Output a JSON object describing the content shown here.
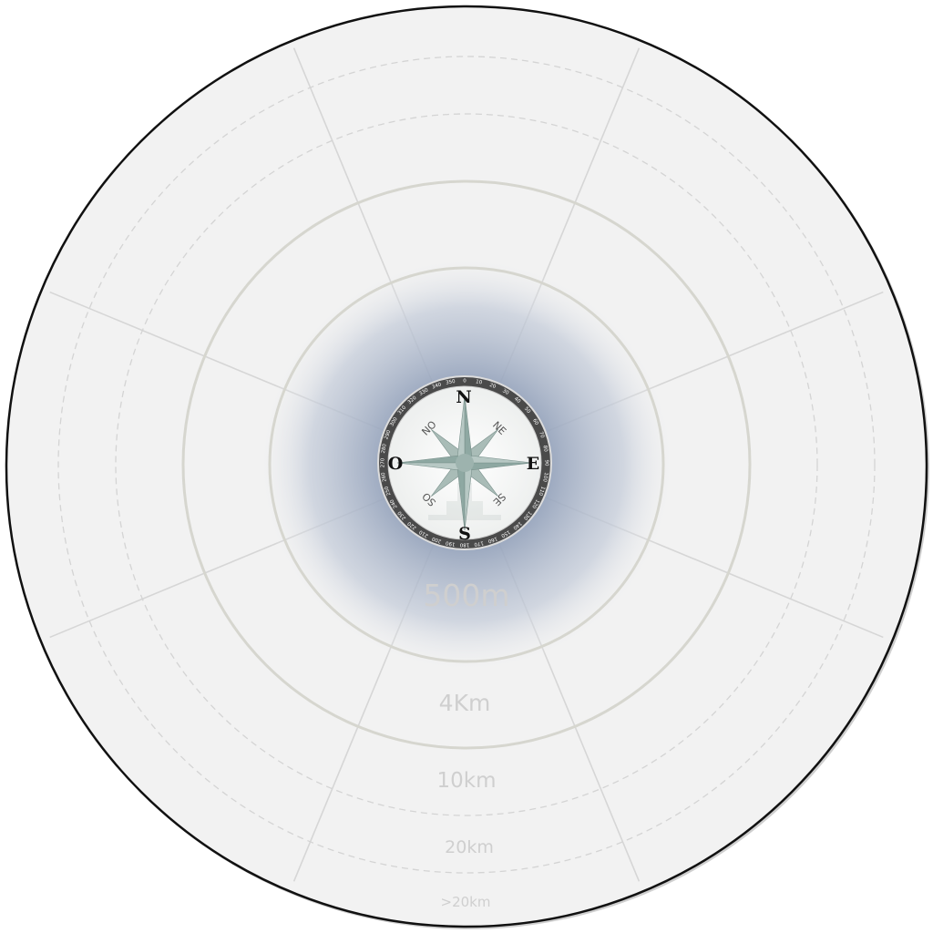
{
  "diagram": {
    "ring_labels": {
      "r500": "500m",
      "r4k": "4Km",
      "r10k": "10km",
      "r20k": "20km",
      "beyond": ">20km"
    },
    "compass": {
      "north": "N",
      "east": "E",
      "south": "S",
      "west": "O",
      "northeast": "NE",
      "southeast": "SE",
      "southwest": "SO",
      "northwest": "NO",
      "degree_labels": [
        "0",
        "10",
        "20",
        "30",
        "40",
        "50",
        "60",
        "70",
        "80",
        "90",
        "100",
        "110",
        "120",
        "130",
        "140",
        "150",
        "160",
        "170",
        "180",
        "190",
        "200",
        "210",
        "220",
        "230",
        "240",
        "250",
        "260",
        "270",
        "280",
        "290",
        "300",
        "310",
        "320",
        "330",
        "340",
        "350"
      ]
    },
    "colors": {
      "disc": "#f2f2f2",
      "rings": "#d6d6cf",
      "sectors": "#d9d9d9",
      "center_glow": "#9aa8bf",
      "rose": "#8fa6a1",
      "bezel": "#4a4a4a"
    }
  }
}
